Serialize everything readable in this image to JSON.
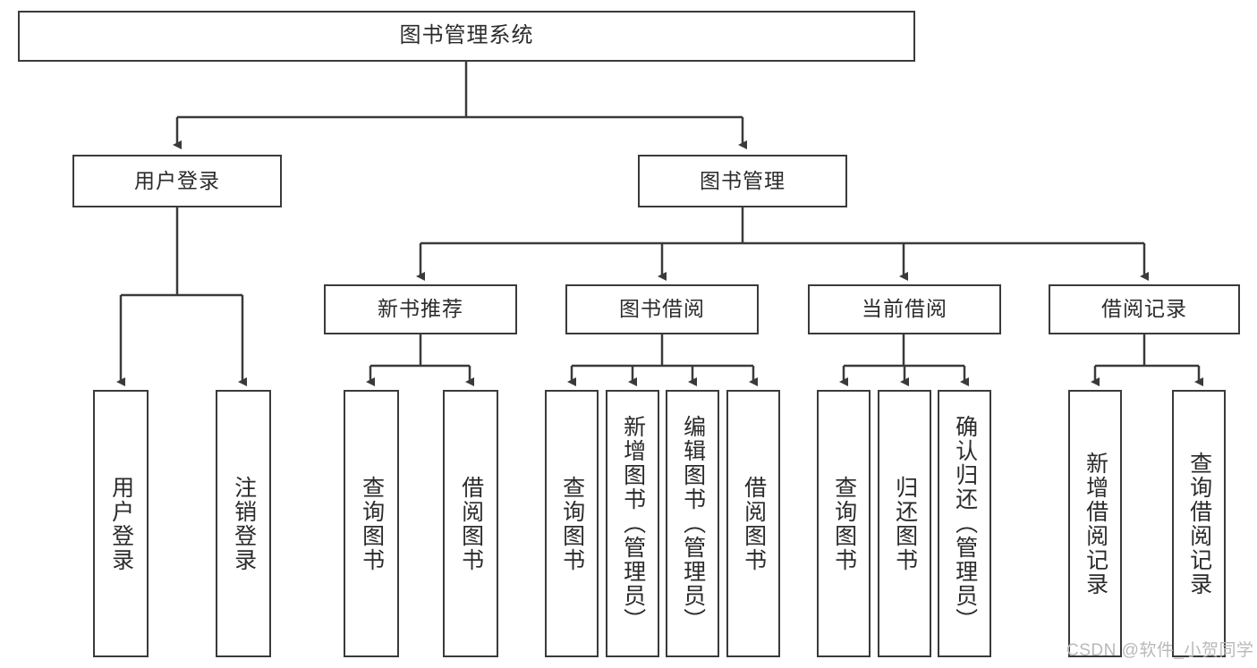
{
  "diagram": {
    "type": "tree-hierarchy-chart",
    "title": "图书管理系统",
    "line_color": "#3a3a3a",
    "box_fill": "#ffffff",
    "text_color": "#2b2b2b"
  },
  "root": {
    "label": "图书管理系统"
  },
  "level2": [
    {
      "label": "用户登录"
    },
    {
      "label": "图书管理"
    }
  ],
  "level3": [
    {
      "label": "新书推荐"
    },
    {
      "label": "图书借阅"
    },
    {
      "label": "当前借阅"
    },
    {
      "label": "借阅记录"
    }
  ],
  "leaves": {
    "user_login": [
      {
        "label": "用户登录"
      },
      {
        "label": "注销登录"
      }
    ],
    "new_book": [
      {
        "label": "查询图书"
      },
      {
        "label": "借阅图书"
      }
    ],
    "borrow_book": [
      {
        "label": "查询图书"
      },
      {
        "label": "新增图书（管理员）"
      },
      {
        "label": "编辑图书（管理员）"
      },
      {
        "label": "借阅图书"
      }
    ],
    "current_borrow": [
      {
        "label": "查询图书"
      },
      {
        "label": "归还图书"
      },
      {
        "label": "确认归还（管理员）"
      }
    ],
    "borrow_record": [
      {
        "label": "新增借阅记录"
      },
      {
        "label": "查询借阅记录"
      }
    ]
  },
  "watermark": {
    "text": "CSDN @软件_小贺同学"
  }
}
